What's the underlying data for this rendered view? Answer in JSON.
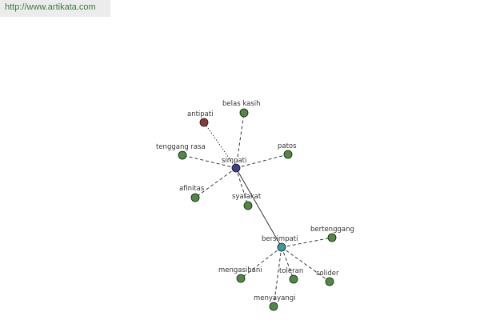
{
  "header": {
    "url": "http://www.artikata.com"
  },
  "colors": {
    "hub_simpati": "#3b3f8f",
    "hub_bersimpati": "#3a9a9a",
    "antonym": "#8b3a3a",
    "related": "#4f8a3f",
    "edge": "#222222"
  },
  "nodes": [
    {
      "id": "simpati",
      "label": "simpati",
      "kind": "hub_simpati"
    },
    {
      "id": "bersimpati",
      "label": "bersimpati",
      "kind": "hub_bersimpati"
    },
    {
      "id": "antipati",
      "label": "antipati",
      "kind": "antonym"
    },
    {
      "id": "belas-kasih",
      "label": "belas kasih",
      "kind": "related"
    },
    {
      "id": "patos",
      "label": "patos",
      "kind": "related"
    },
    {
      "id": "tenggang-rasa",
      "label": "tenggang rasa",
      "kind": "related"
    },
    {
      "id": "afinitas",
      "label": "afinitas",
      "kind": "related"
    },
    {
      "id": "syafakat",
      "label": "syafakat",
      "kind": "related"
    },
    {
      "id": "bertenggang",
      "label": "bertenggang",
      "kind": "related"
    },
    {
      "id": "mengasihani",
      "label": "mengasihani",
      "kind": "related"
    },
    {
      "id": "toleran",
      "label": "toleran",
      "kind": "related"
    },
    {
      "id": "solider",
      "label": "solider",
      "kind": "related"
    },
    {
      "id": "menyayangi",
      "label": "menyayangi",
      "kind": "related"
    }
  ],
  "edges": [
    {
      "from": "simpati",
      "to": "antipati",
      "style": "dotted"
    },
    {
      "from": "simpati",
      "to": "belas-kasih",
      "style": "dashed"
    },
    {
      "from": "simpati",
      "to": "patos",
      "style": "dashed"
    },
    {
      "from": "simpati",
      "to": "tenggang-rasa",
      "style": "dashed"
    },
    {
      "from": "simpati",
      "to": "afinitas",
      "style": "dashed"
    },
    {
      "from": "simpati",
      "to": "syafakat",
      "style": "dashed"
    },
    {
      "from": "simpati",
      "to": "bersimpati",
      "style": "solid"
    },
    {
      "from": "bersimpati",
      "to": "bertenggang",
      "style": "dashed"
    },
    {
      "from": "bersimpati",
      "to": "mengasihani",
      "style": "dashed"
    },
    {
      "from": "bersimpati",
      "to": "toleran",
      "style": "dashed"
    },
    {
      "from": "bersimpati",
      "to": "solider",
      "style": "dashed"
    },
    {
      "from": "bersimpati",
      "to": "menyayangi",
      "style": "dashed"
    }
  ]
}
